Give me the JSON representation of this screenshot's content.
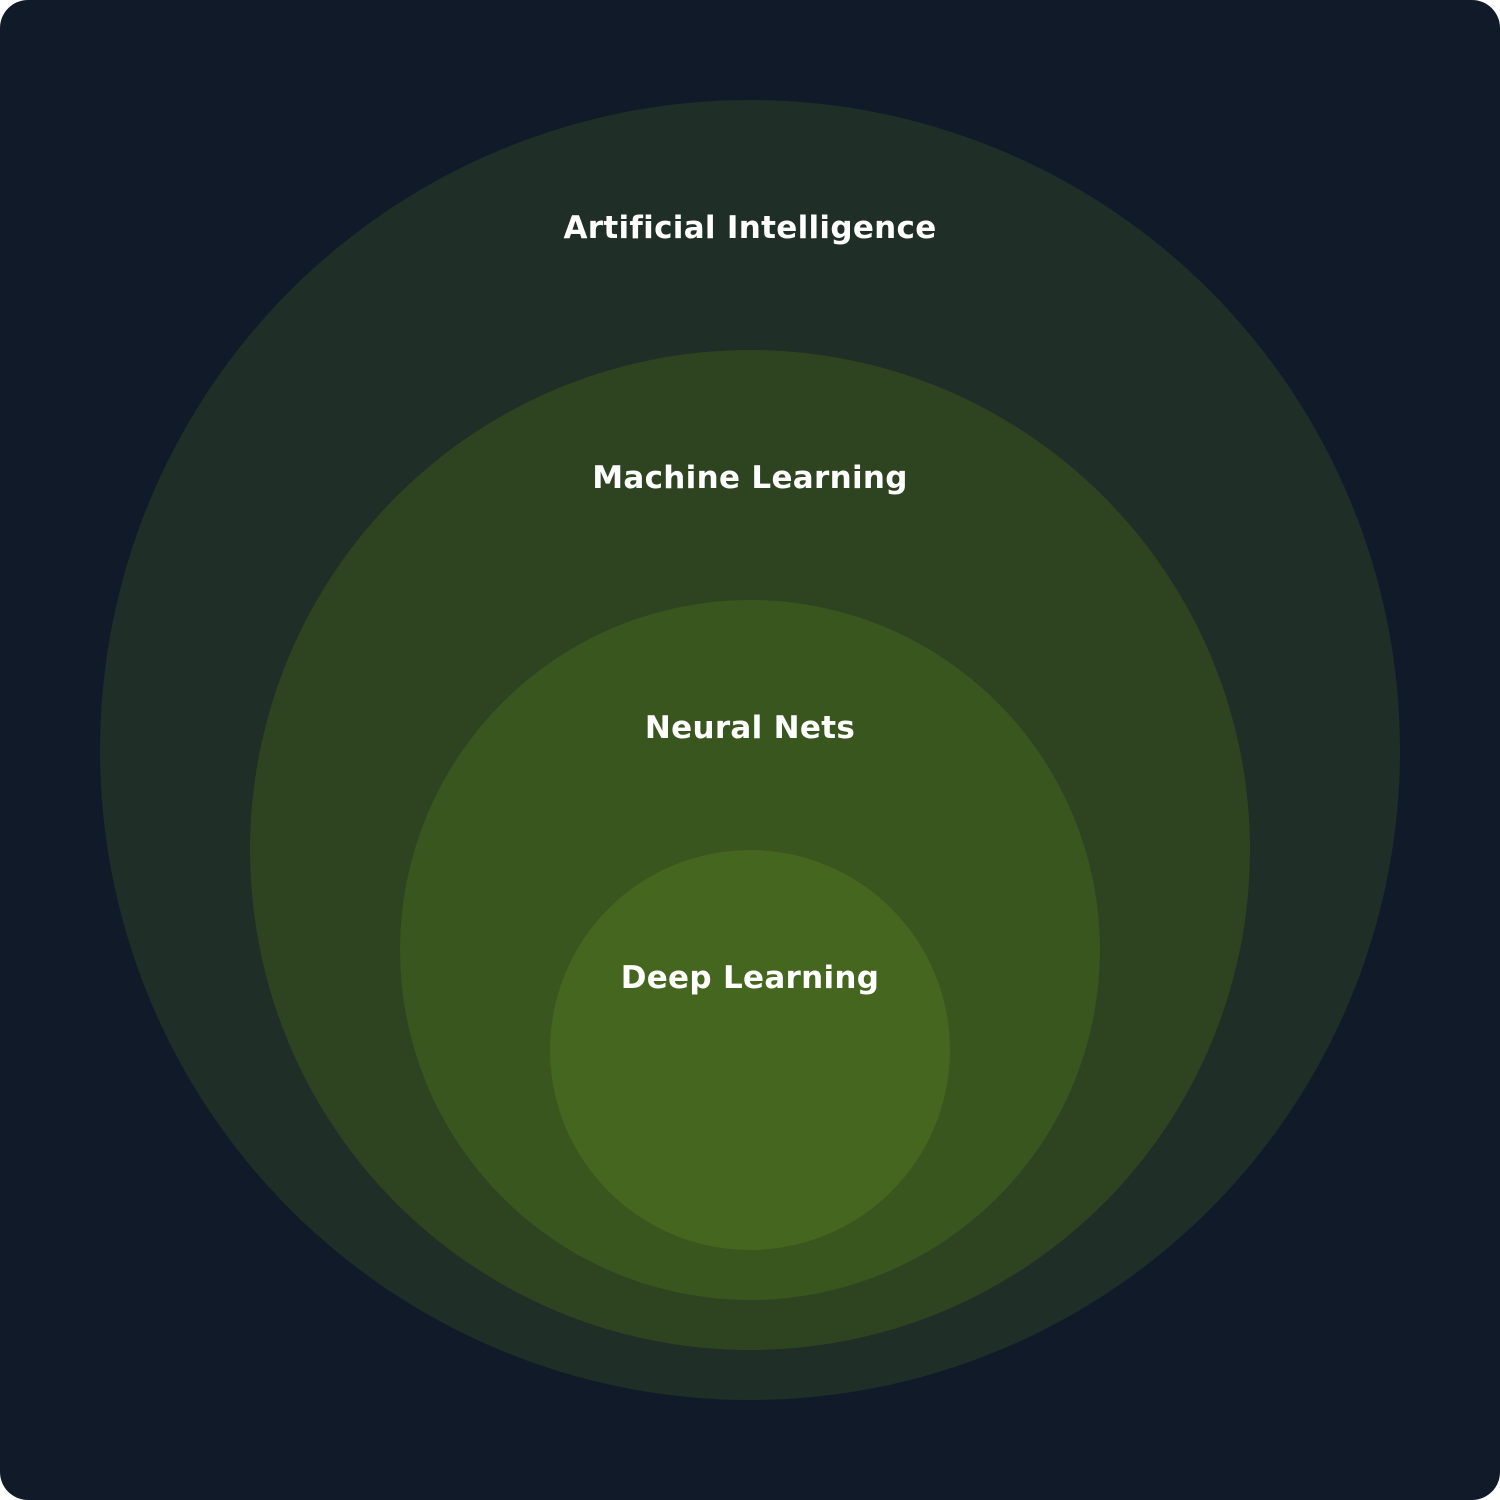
{
  "colors": {
    "background": "#111a28",
    "text": "#ffffff",
    "levels": [
      "#1f2e27",
      "#2e4420",
      "#39561f",
      "#45661e"
    ]
  },
  "levels": [
    {
      "label": "Artificial Intelligence"
    },
    {
      "label": "Machine Learning"
    },
    {
      "label": "Neural Nets"
    },
    {
      "label": "Deep Learning"
    }
  ]
}
